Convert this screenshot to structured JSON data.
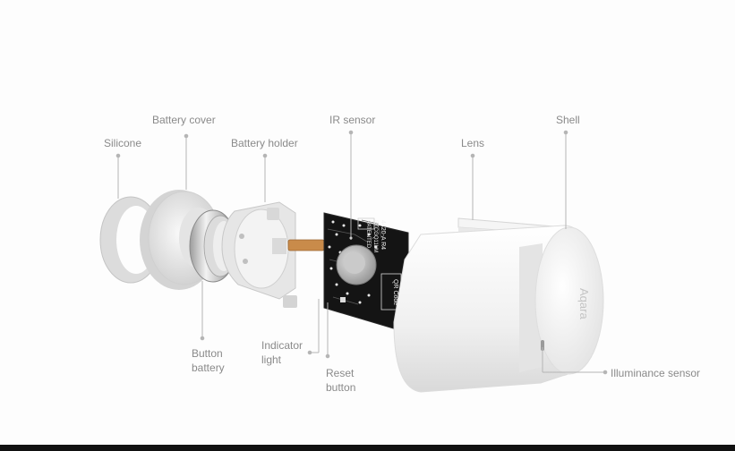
{
  "labels": {
    "silicone": "Silicone",
    "battery_cover": "Battery cover",
    "battery_holder": "Battery holder",
    "ir_sensor": "IR sensor",
    "lens": "Lens",
    "shell": "Shell",
    "button_battery": "Button battery",
    "indicator_light": "Indicator light",
    "reset_button": "Reset button",
    "illuminance_sensor": "Illuminance sensor"
  },
  "pcb": {
    "model_text": "RTCGQ11LM",
    "version_text": "4420-A R4",
    "patent_text": "PATENTED",
    "qr_text": "QR Code"
  },
  "shell_logo": "Aqara",
  "colors": {
    "label_text": "#8a8a8a",
    "leader_line": "#b5b5b5",
    "pcb": "#141414",
    "shell": "#f2f2f2"
  }
}
